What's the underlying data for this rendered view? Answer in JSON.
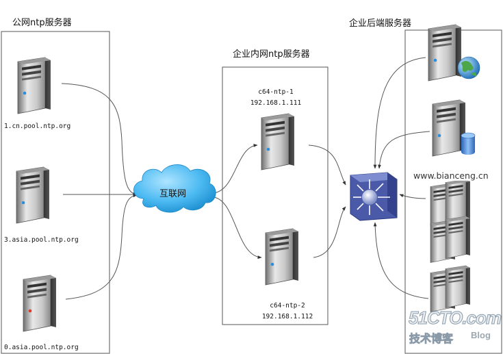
{
  "sections": {
    "public_ntp": "公网ntp服务器",
    "internal_ntp": "企业内网ntp服务器",
    "backend": "企业后端服务器"
  },
  "public_servers": [
    {
      "host": "1.cn.pool.ntp.org",
      "light_color": "#2a8fe0"
    },
    {
      "host": "3.asia.pool.ntp.org",
      "light_color": "#2a8fe0"
    },
    {
      "host": "0.asia.pool.ntp.org",
      "light_color": "#e03a2a"
    }
  ],
  "internet": {
    "label": "互联网"
  },
  "internal_servers": [
    {
      "name": "c64-ntp-1",
      "ip": "192.168.1.111"
    },
    {
      "name": "c64-ntp-2",
      "ip": "192.168.1.112"
    }
  ],
  "switch": {
    "icon": "layer3-switch-icon",
    "color": "#4a5aa8"
  },
  "backend_servers": [
    {
      "icon": "web-server-icon"
    },
    {
      "icon": "database-server-icon"
    },
    {
      "icon": "server-cluster-icon"
    },
    {
      "icon": "server-cluster-icon"
    }
  ],
  "watermarks": {
    "site": "www.bianceng.cn",
    "logo": "51CTO.com",
    "sub": "技术博客",
    "blog": "Blog"
  },
  "colors": {
    "line": "#555555",
    "cloud": "#3fb4ee"
  }
}
